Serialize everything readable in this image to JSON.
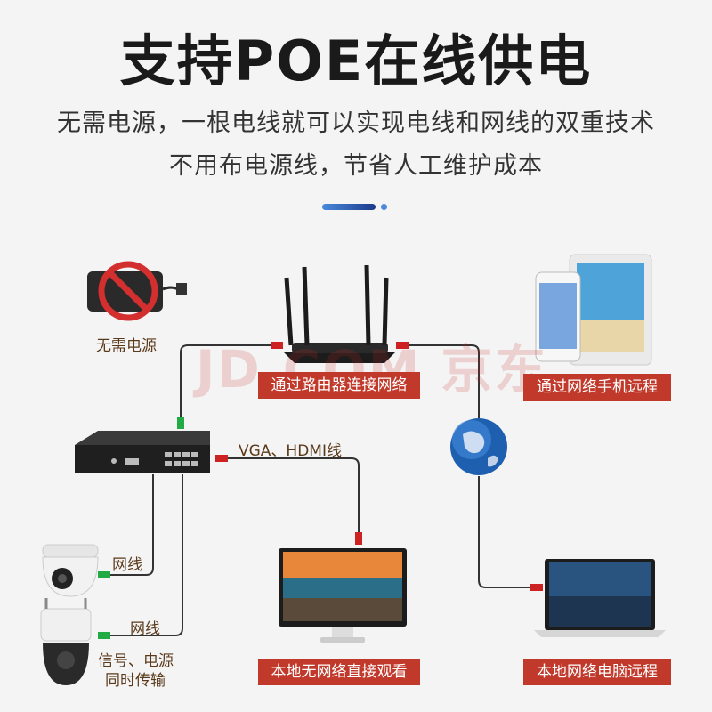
{
  "title": "支持POE在线供电",
  "subtitle_line1": "无需电源，一根电线就可以实现电线和网线的双重技术",
  "subtitle_line2": "不用布电源线，节省人工维护成本",
  "watermark": "JD.COM 京东",
  "labels": {
    "no_power": "无需电源",
    "router": "通过路由器连接网络",
    "phone_remote": "通过网络手机远程",
    "vga_hdmi": "VGA、HDMI线",
    "cable1": "网线",
    "cable2": "网线",
    "signal_power_1": "信号、电源",
    "signal_power_2": "同时传输",
    "local_view": "本地无网络直接观看",
    "pc_remote": "本地网络电脑远程"
  },
  "colors": {
    "label_bg": "#c0392b",
    "connector_red": "#cc2222",
    "connector_green": "#22aa44",
    "cable": "#333333"
  },
  "icons": [
    "power-adapter-crossed-icon",
    "router-icon",
    "tablet-phone-icon",
    "nvr-icon",
    "globe-icon",
    "dome-camera-icon",
    "ptz-camera-icon",
    "monitor-icon",
    "laptop-icon"
  ]
}
